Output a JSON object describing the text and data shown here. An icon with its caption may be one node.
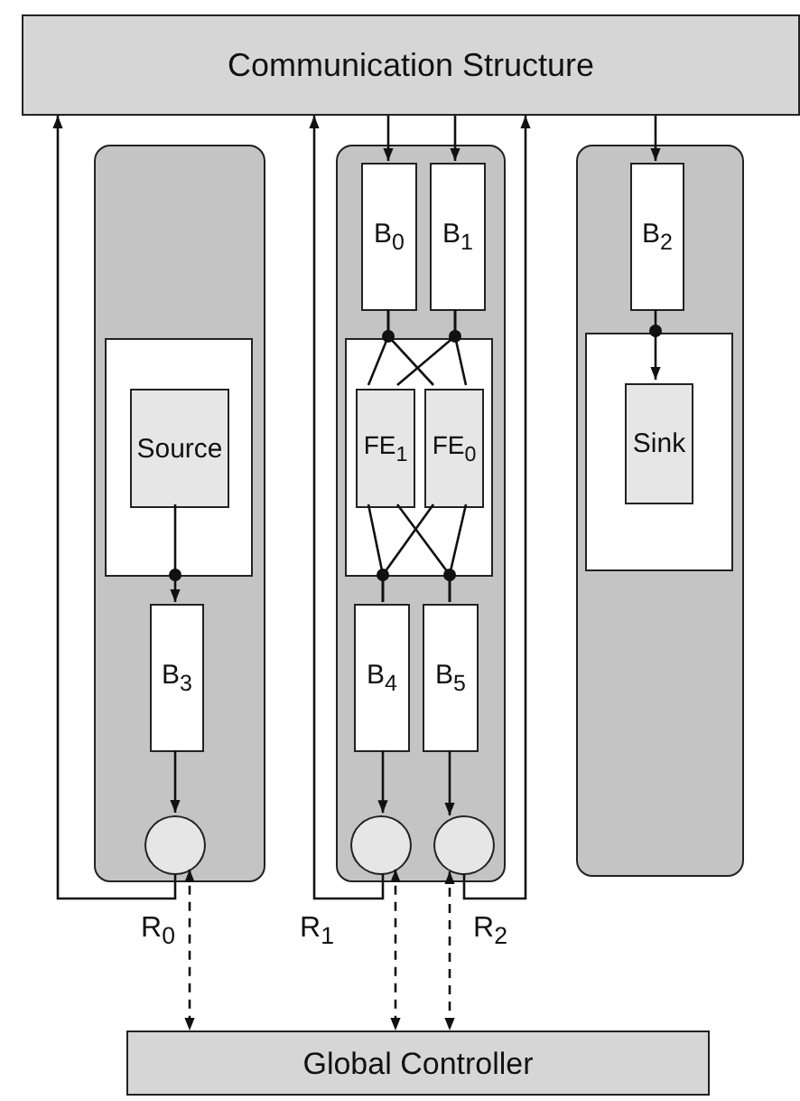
{
  "diagram": {
    "nodes": [
      {
        "text": [
          "Communication Structure"
        ]
      },
      {
        "text": [],
        "shape": "box"
      },
      {
        "text": [],
        "shape": "box",
        "in": 1
      },
      {
        "text": [
          "Source"
        ],
        "in": 2
      },
      {
        "text": [
          "B$_{3}$"
        ],
        "in": 1
      },
      {
        "text": [],
        "shape": "circle",
        "in": 1
      },
      {
        "text": [],
        "shape": "box"
      },
      {
        "text": [
          "B$_{0}$"
        ],
        "in": 6
      },
      {
        "text": [
          "B$_{1}$"
        ],
        "in": 6
      },
      {
        "text": [],
        "shape": "box",
        "in": 6
      },
      {
        "text": [
          "FE$_{1}$"
        ],
        "in": 9
      },
      {
        "text": [
          "FE$_{0}$"
        ],
        "in": 9
      },
      {
        "text": [
          "B$_{4}$"
        ],
        "in": 6
      },
      {
        "text": [
          "B$_{5}$"
        ],
        "in": 6
      },
      {
        "text": [],
        "shape": "circle",
        "in": 6
      },
      {
        "text": [],
        "shape": "circle",
        "in": 6
      },
      {
        "text": [],
        "shape": "box"
      },
      {
        "text": [
          "B$_{2}$"
        ],
        "in": 16
      },
      {
        "text": [],
        "shape": "box",
        "in": 16
      },
      {
        "text": [
          "Sink"
        ],
        "in": 18
      },
      {
        "text": [
          "Global Controller"
        ]
      }
    ],
    "edges": [
      {
        "from": 0,
        "to": 7,
        "arrow": "to"
      },
      {
        "from": 0,
        "to": 8,
        "arrow": "to"
      },
      {
        "from": 0,
        "to": 17,
        "arrow": "to"
      },
      {
        "from": 7,
        "to": 10,
        "arrow": "none"
      },
      {
        "from": 7,
        "to": 11,
        "arrow": "none"
      },
      {
        "from": 8,
        "to": 10,
        "arrow": "none"
      },
      {
        "from": 8,
        "to": 11,
        "arrow": "none"
      },
      {
        "from": 10,
        "to": 12,
        "arrow": "none"
      },
      {
        "from": 10,
        "to": 13,
        "arrow": "none"
      },
      {
        "from": 11,
        "to": 12,
        "arrow": "none"
      },
      {
        "from": 11,
        "to": 13,
        "arrow": "none"
      },
      {
        "from": 3,
        "to": 4,
        "arrow": "to"
      },
      {
        "from": 17,
        "to": 19,
        "arrow": "to"
      },
      {
        "from": 4,
        "to": 5,
        "arrow": "to"
      },
      {
        "from": 12,
        "to": 14,
        "arrow": "to"
      },
      {
        "from": 13,
        "to": 15,
        "arrow": "to"
      },
      {
        "from": 5,
        "to": 0,
        "arrow": "to"
      },
      {
        "from": 14,
        "to": 0,
        "arrow": "to"
      },
      {
        "from": 15,
        "to": 0,
        "arrow": "to"
      },
      {
        "from": 5,
        "to": 20,
        "arrow": "both",
        "style": "dashed"
      },
      {
        "from": 14,
        "to": 20,
        "arrow": "both",
        "style": "dashed"
      },
      {
        "from": 15,
        "to": 20,
        "arrow": "both",
        "style": "dashed"
      }
    ],
    "labels": [
      "R$_{0}$",
      "R$_{1}$",
      "R$_{2}$"
    ]
  }
}
